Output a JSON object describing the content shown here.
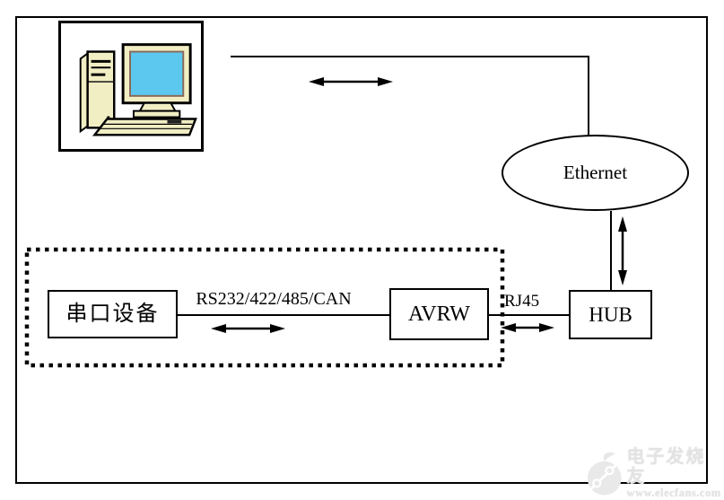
{
  "diagram": {
    "nodes": {
      "computer": {
        "icon": "desktop-computer-icon"
      },
      "ethernet": {
        "label": "Ethernet"
      },
      "hub": {
        "label": "HUB"
      },
      "avrw": {
        "label": "AVRW"
      },
      "serial_device": {
        "label": "串口设备"
      }
    },
    "link_labels": {
      "serial_to_avrw": "RS232/422/485/CAN",
      "avrw_to_hub": "RJ45"
    }
  },
  "watermark": {
    "site_name": "电子发烧友",
    "site_url": "www.elecfans.com"
  },
  "colors": {
    "line": "#000000",
    "box_border": "#000000",
    "screen_blue": "#5CC8F0",
    "device_cream": "#F2EEC4",
    "watermark_gray": "#E3E3E3",
    "background": "#FFFFFF"
  }
}
